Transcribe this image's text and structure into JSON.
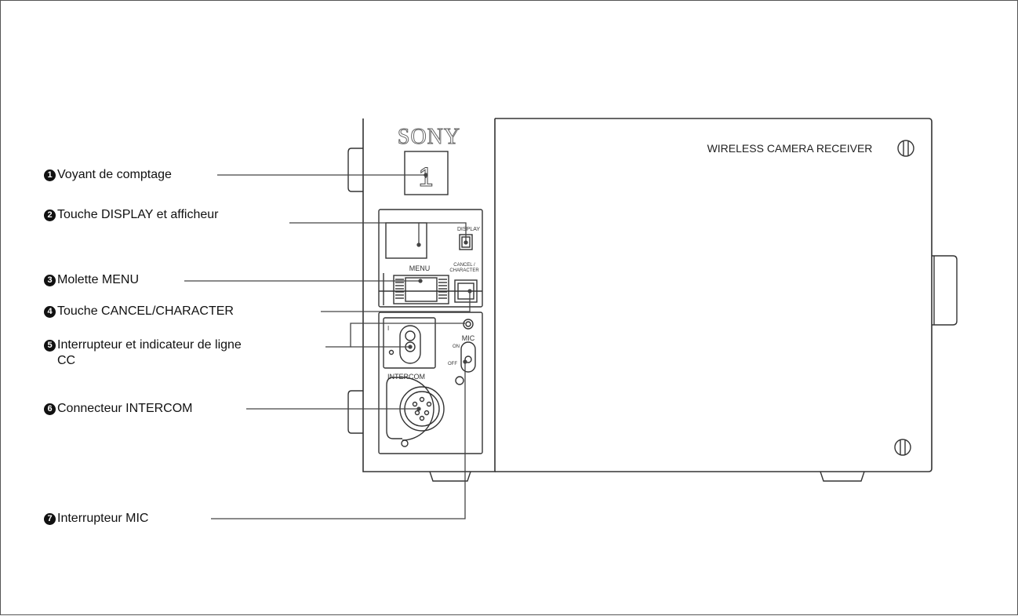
{
  "device": {
    "brand": "SONY",
    "model_label": "WIRELESS CAMERA RECEIVER",
    "counter_digit": "1",
    "panel_labels": {
      "display": "DISPLAY",
      "menu": "MENU",
      "cancel_character_line1": "CANCEL /",
      "cancel_character_line2": "CHARACTER",
      "mic": "MIC",
      "mic_on": "ON",
      "mic_off": "OFF",
      "intercom": "INTERCOM",
      "line_mark": "I",
      "off_mark": "O"
    }
  },
  "callouts": [
    {
      "number": "1",
      "text": "Voyant de comptage"
    },
    {
      "number": "2",
      "text": "Touche DISPLAY et afficheur"
    },
    {
      "number": "3",
      "text": "Molette MENU"
    },
    {
      "number": "4",
      "text": "Touche CANCEL/CHARACTER"
    },
    {
      "number": "5",
      "text": "Interrupteur et indicateur de ligne",
      "text2": "CC"
    },
    {
      "number": "6",
      "text": "Connecteur INTERCOM"
    },
    {
      "number": "7",
      "text": "Interrupteur MIC"
    }
  ]
}
